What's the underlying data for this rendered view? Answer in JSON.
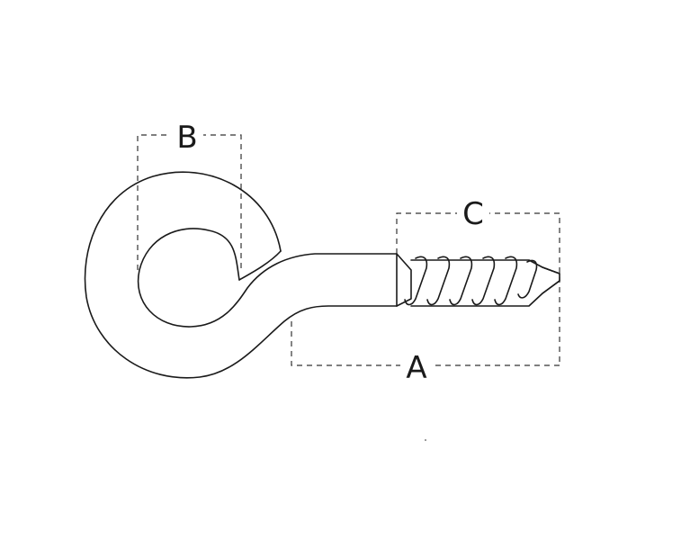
{
  "diagram": {
    "labels": {
      "a": "A",
      "b": "B",
      "c": "C"
    },
    "colors": {
      "line": "#1a1a1a",
      "background": "#ffffff"
    }
  }
}
